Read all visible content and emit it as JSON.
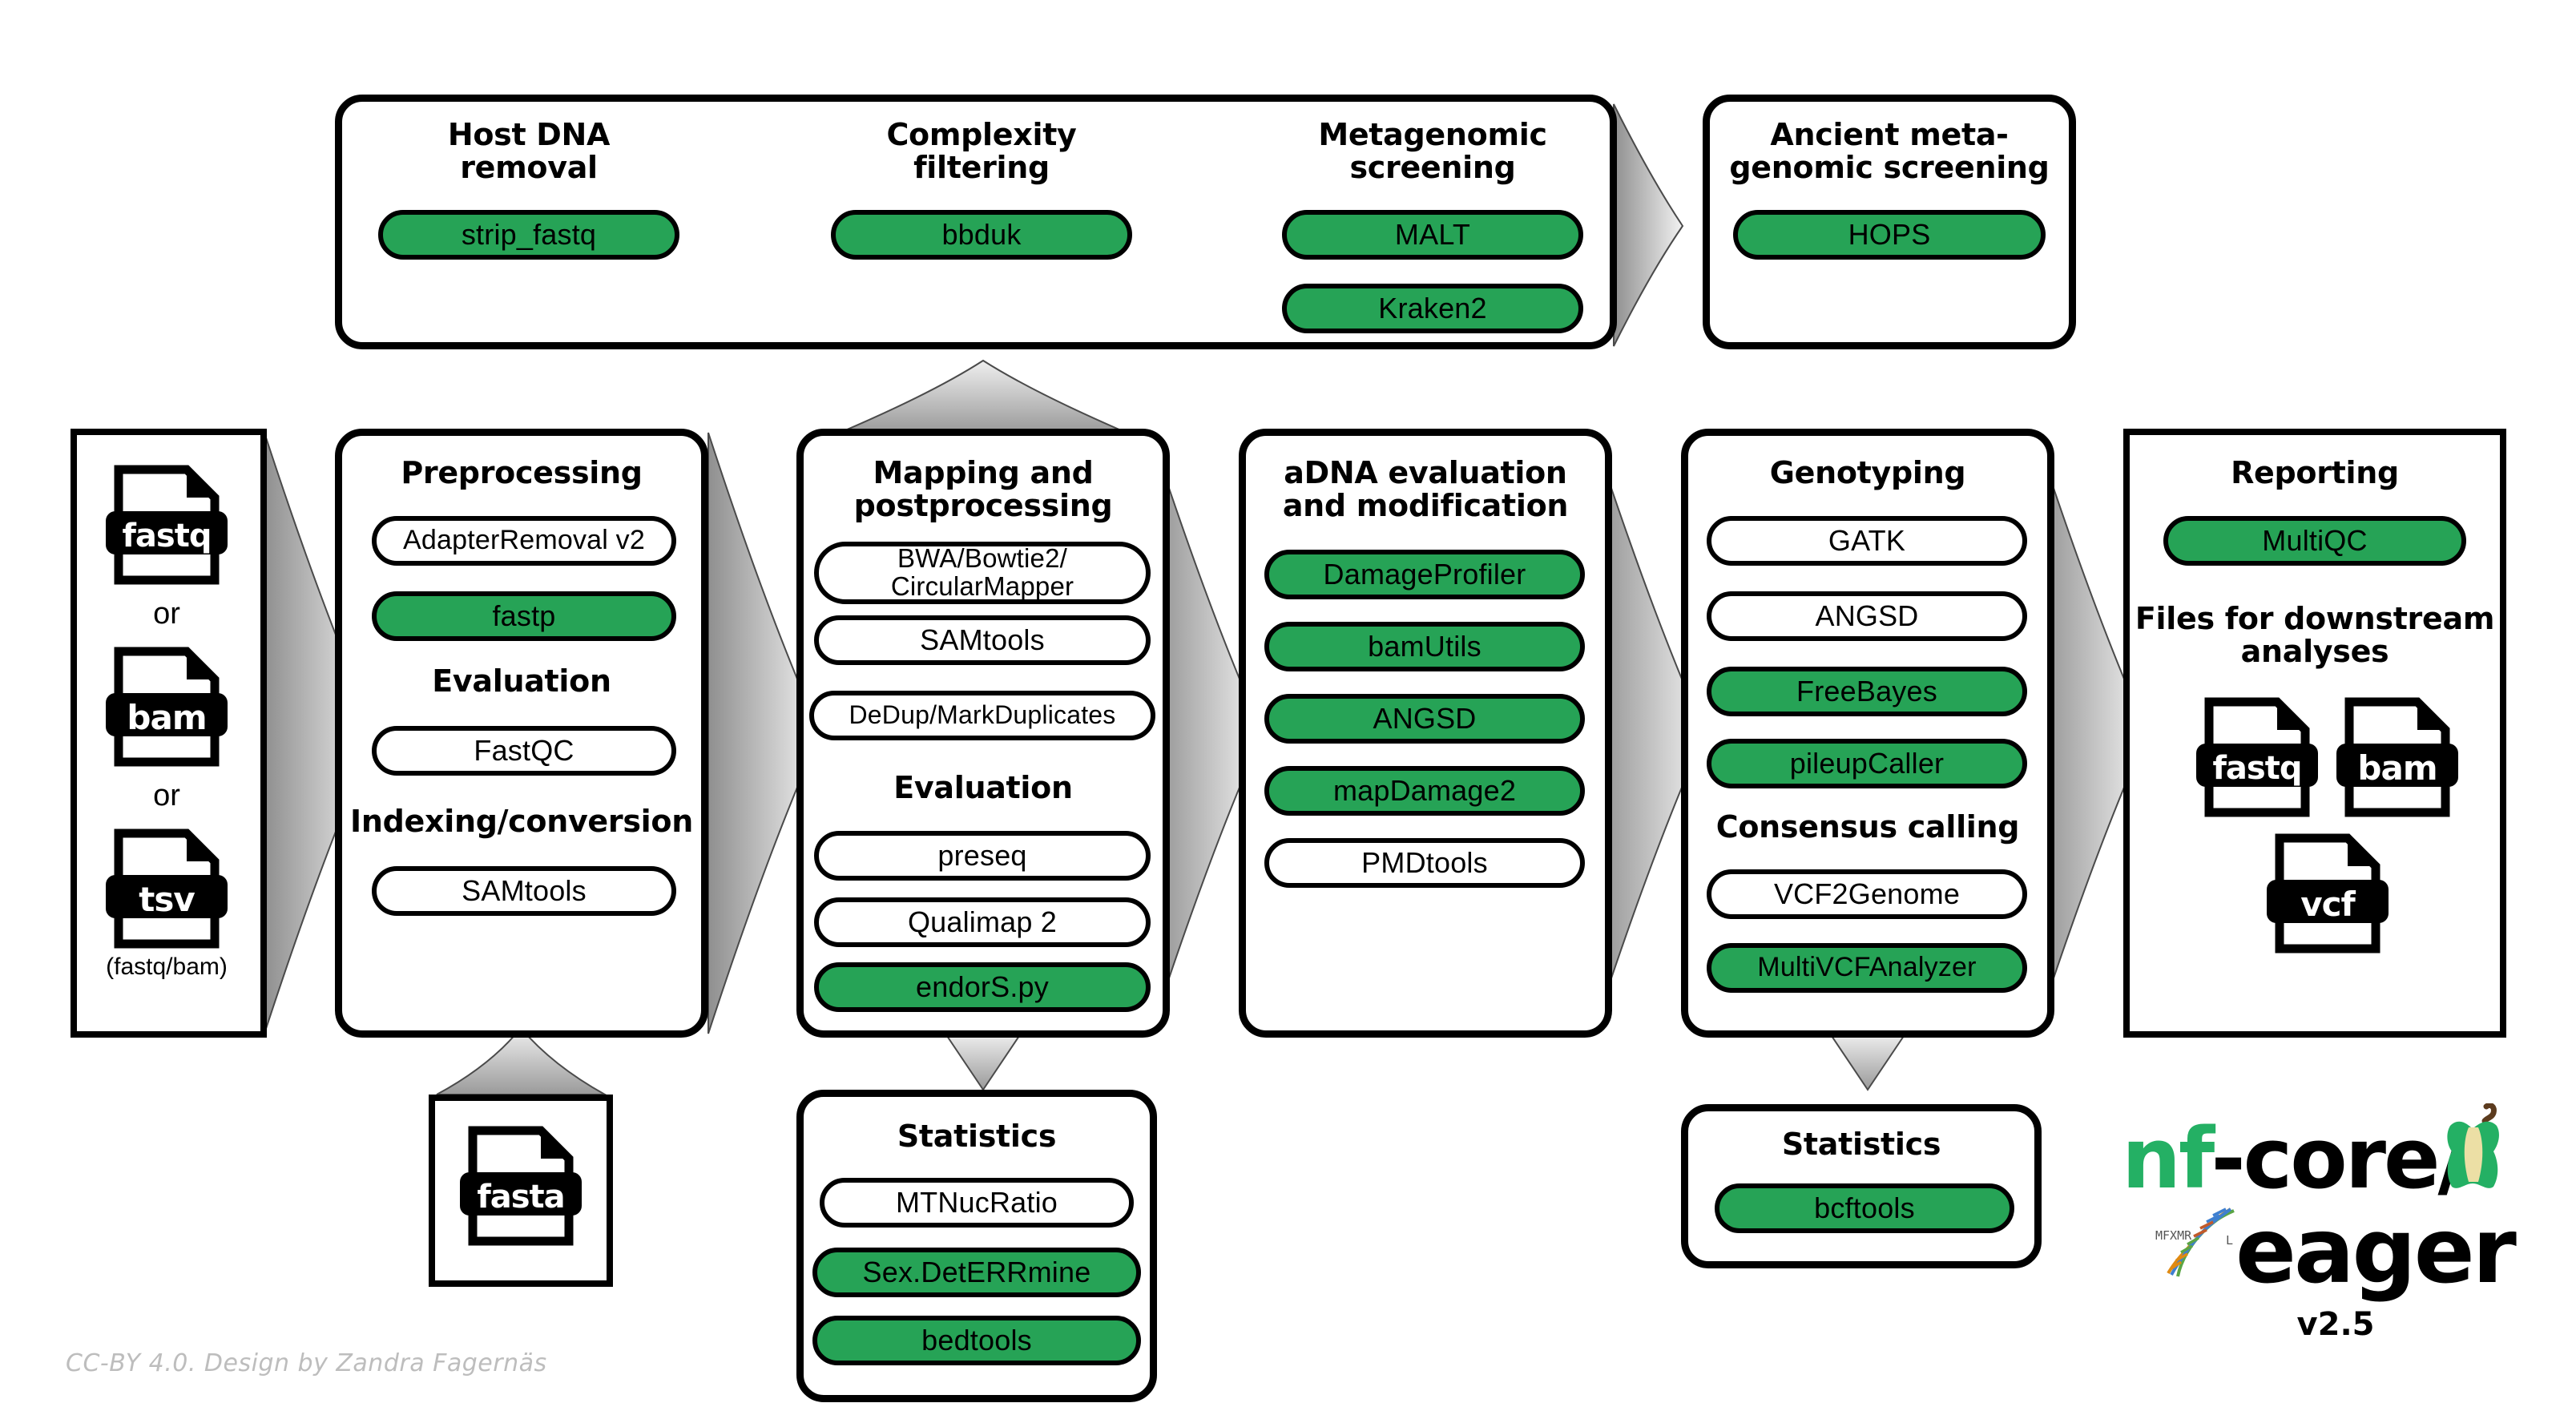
{
  "meta": {
    "credit": "CC-BY 4.0. Design by Zandra Fagernäs",
    "accent_green": "#26a356",
    "outline_black": "#000000",
    "arrow_gray": "#9c9c9c"
  },
  "logo": {
    "part_nf": "nf",
    "part_core": "-core/",
    "eager": "eager",
    "version": "v2.5",
    "apple_icon": "apple-core-icon",
    "dna_icon": "dna-helix-icon"
  },
  "inputs": {
    "name": "input-files",
    "files": [
      {
        "ext": "fastq",
        "icon": "file-fastq-icon"
      },
      {
        "ext": "bam",
        "icon": "file-bam-icon"
      },
      {
        "ext": "tsv",
        "icon": "file-tsv-icon"
      }
    ],
    "or_label_1": "or",
    "or_label_2": "or",
    "tsv_caption": "(fastq/bam)"
  },
  "reference": {
    "file": {
      "ext": "fasta",
      "icon": "file-fasta-icon"
    }
  },
  "screening_container": {
    "columns": [
      {
        "title": "Host DNA\nremoval",
        "title_line1": "Host DNA",
        "title_line2": "removal",
        "tools": [
          {
            "label": "strip_fastq",
            "green": true
          }
        ]
      },
      {
        "title_line1": "Complexity",
        "title_line2": "filtering",
        "tools": [
          {
            "label": "bbduk",
            "green": true
          }
        ]
      },
      {
        "title_line1": "Metagenomic",
        "title_line2": "screening",
        "tools": [
          {
            "label": "MALT",
            "green": true
          },
          {
            "label": "Kraken2",
            "green": true
          }
        ]
      }
    ]
  },
  "ancient_screening": {
    "title_line1": "Ancient meta-",
    "title_line2": "genomic screening",
    "tools": [
      {
        "label": "HOPS",
        "green": true
      }
    ]
  },
  "preprocessing": {
    "title": "Preprocessing",
    "tools": [
      {
        "label": "AdapterRemoval v2",
        "green": false
      },
      {
        "label": "fastp",
        "green": true
      }
    ],
    "section2_title": "Evaluation",
    "section2_tools": [
      {
        "label": "FastQC",
        "green": false
      }
    ],
    "section3_title": "Indexing/conversion",
    "section3_tools": [
      {
        "label": "SAMtools",
        "green": false
      }
    ]
  },
  "mapping": {
    "title_line1": "Mapping and",
    "title_line2": "postprocessing",
    "tools": [
      {
        "label_line1": "BWA/Bowtie2/",
        "label_line2": "CircularMapper",
        "green": false
      },
      {
        "label": "SAMtools",
        "green": false
      },
      {
        "label": "DeDup/MarkDuplicates",
        "green": false
      }
    ],
    "section2_title": "Evaluation",
    "section2_tools": [
      {
        "label": "preseq",
        "green": false
      },
      {
        "label": "Qualimap 2",
        "green": false
      },
      {
        "label": "endorS.py",
        "green": true
      }
    ]
  },
  "adna": {
    "title_line1": "aDNA evaluation",
    "title_line2": "and modification",
    "tools": [
      {
        "label": "DamageProfiler",
        "green": true
      },
      {
        "label": "bamUtils",
        "green": true
      },
      {
        "label": "ANGSD",
        "green": true
      },
      {
        "label": "mapDamage2",
        "green": true
      },
      {
        "label": "PMDtools",
        "green": false
      }
    ]
  },
  "genotyping": {
    "title": "Genotyping",
    "tools": [
      {
        "label": "GATK",
        "green": false
      },
      {
        "label": "ANGSD",
        "green": false
      },
      {
        "label": "FreeBayes",
        "green": true
      },
      {
        "label": "pileupCaller",
        "green": true
      }
    ],
    "section2_title": "Consensus calling",
    "section2_tools": [
      {
        "label": "VCF2Genome",
        "green": false
      },
      {
        "label": "MultiVCFAnalyzer",
        "green": true
      }
    ]
  },
  "reporting": {
    "title": "Reporting",
    "tools": [
      {
        "label": "MultiQC",
        "green": true
      }
    ],
    "section2_title_line1": "Files for downstream",
    "section2_title_line2": "analyses",
    "files": [
      {
        "ext": "fastq",
        "icon": "file-fastq-icon"
      },
      {
        "ext": "bam",
        "icon": "file-bam-icon"
      },
      {
        "ext": "vcf",
        "icon": "file-vcf-icon"
      }
    ]
  },
  "stats_left": {
    "title": "Statistics",
    "tools": [
      {
        "label": "MTNucRatio",
        "green": false
      },
      {
        "label": "Sex.DetERRmine",
        "green": true
      },
      {
        "label": "bedtools",
        "green": true
      }
    ]
  },
  "stats_right": {
    "title": "Statistics",
    "tools": [
      {
        "label": "bcftools",
        "green": true
      }
    ]
  }
}
